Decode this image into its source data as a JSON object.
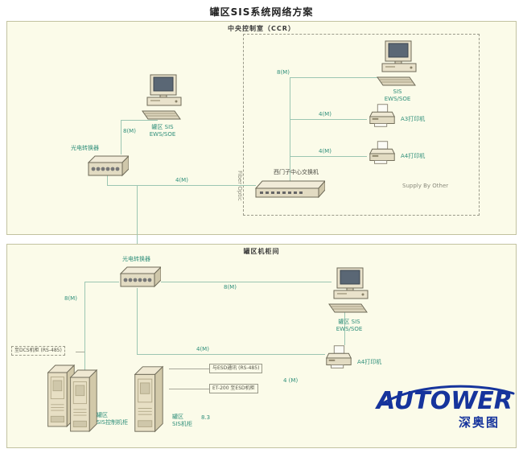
{
  "title": "罐区SIS系统网络方案",
  "colors": {
    "region_bg": "#fbfbe9",
    "region_border": "#c2c2a0",
    "wire": "#9cc6b2",
    "label_teal": "#2f8f7a",
    "logo_blue": "#16349c"
  },
  "icons": {
    "workstation": "desktop-pc-icon",
    "printer": "printer-icon",
    "switch": "ethernet-switch-icon",
    "converter": "media-converter-icon",
    "cabinet": "server-cabinet-icon"
  },
  "ccr": {
    "label": "中央控制室（CCR）",
    "workstation_left": {
      "line1": "罐区 SIS",
      "line2": "EWS/SOE"
    },
    "converter_label": "光电转换器",
    "switch_label": "西门子中心交换机",
    "workstation_sis": {
      "line1": "SIS",
      "line2": "EWS/SOE"
    },
    "printer_a3_label": "A3打印机",
    "printer_a4_label": "A4打印机",
    "supply_note": "Supply By Other",
    "fiber_label": "Fiber Optic",
    "links": {
      "ws_to_converter": "8(M)",
      "converter_to_switch": "4(M)",
      "switch_to_ws": "8(M)",
      "switch_to_a3": "4(M)",
      "switch_to_a4": "4(M)"
    }
  },
  "cabinet_room": {
    "label": "罐区机柜间",
    "converter_label": "光电转换器",
    "workstation": {
      "line1": "罐区 SIS",
      "line2": "EWS/SOE"
    },
    "printer_a4_label": "A4打印机",
    "cabinet1": {
      "line1": "罐区",
      "line2": "SIS控制机柜"
    },
    "cabinet2": {
      "line1": "罐区",
      "line2": "SIS机柜"
    },
    "dcs_note": "至DCS机柜 (RS-485)",
    "esd_note1": "与ESD通讯 (RS-485)",
    "esd_note2": "ET-200 至ESD机柜",
    "misc_note": "8.3",
    "links": {
      "converter_to_cabinet": "8(M)",
      "converter_to_ws": "8(M)",
      "converter_to_printer": "4(M)",
      "cabinet_note": "4 (M)"
    }
  },
  "logo": {
    "brand": "AUTOWER",
    "cn": "深奥图"
  }
}
